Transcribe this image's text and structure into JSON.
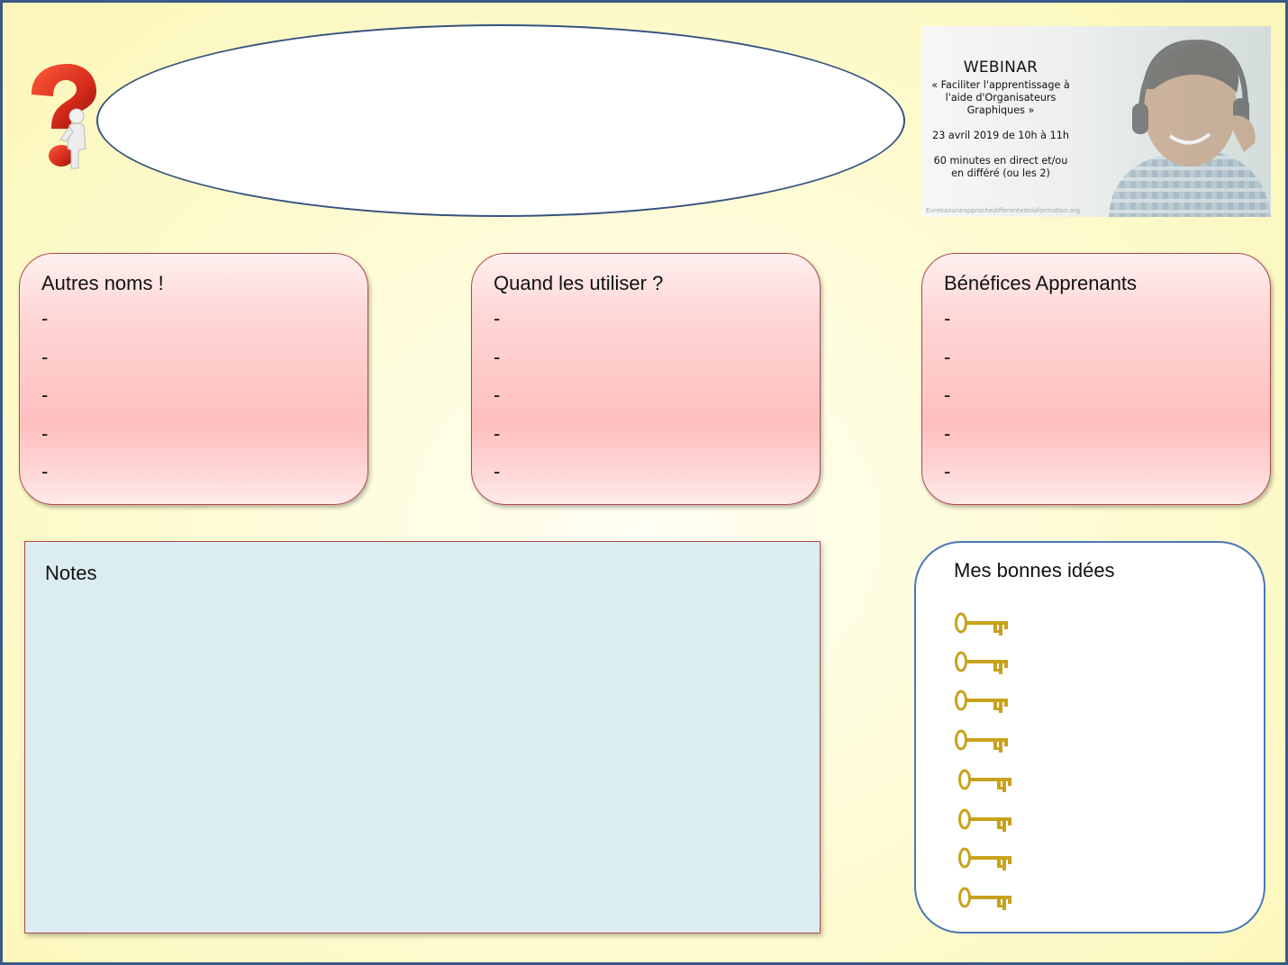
{
  "webinar": {
    "title": "WEBINAR",
    "subtitle_lines": [
      "« Faciliter l'apprentissage à",
      "l'aide d'Organisateurs",
      "Graphiques »"
    ],
    "date": "23 avril 2019 de 10h à 11h",
    "format_lines": [
      "60 minutes en direct et/ou",
      "en différé (ou les 2)"
    ],
    "credit": "Eurekaouneapprochedifferentedelaformation.org"
  },
  "sections": [
    {
      "title": "Autres noms !",
      "items": [
        "-",
        "-",
        "-",
        "-",
        "-"
      ]
    },
    {
      "title": "Quand les utiliser ?",
      "items": [
        "-",
        "-",
        "-",
        "-",
        "-"
      ]
    },
    {
      "title": "Bénéfices Apprenants",
      "items": [
        "-",
        "-",
        "-",
        "-",
        "-"
      ]
    }
  ],
  "notes": {
    "label": "Notes"
  },
  "ideas": {
    "title": "Mes bonnes idées",
    "key_count": 8
  },
  "icons": {
    "top_left": "question-mark-figure-icon",
    "ideas": "golden-key-icon"
  },
  "colors": {
    "background": "#fdf9c4",
    "border": "#3a5a88",
    "ellipse_stroke": "#35527e",
    "pink_box": "#ffc6c6",
    "pink_border": "#b04a4a",
    "notes_fill": "#dbedf2",
    "ideas_border": "#4a76b8",
    "key": "#c8a21c",
    "question_mark": "#d42a1a"
  }
}
